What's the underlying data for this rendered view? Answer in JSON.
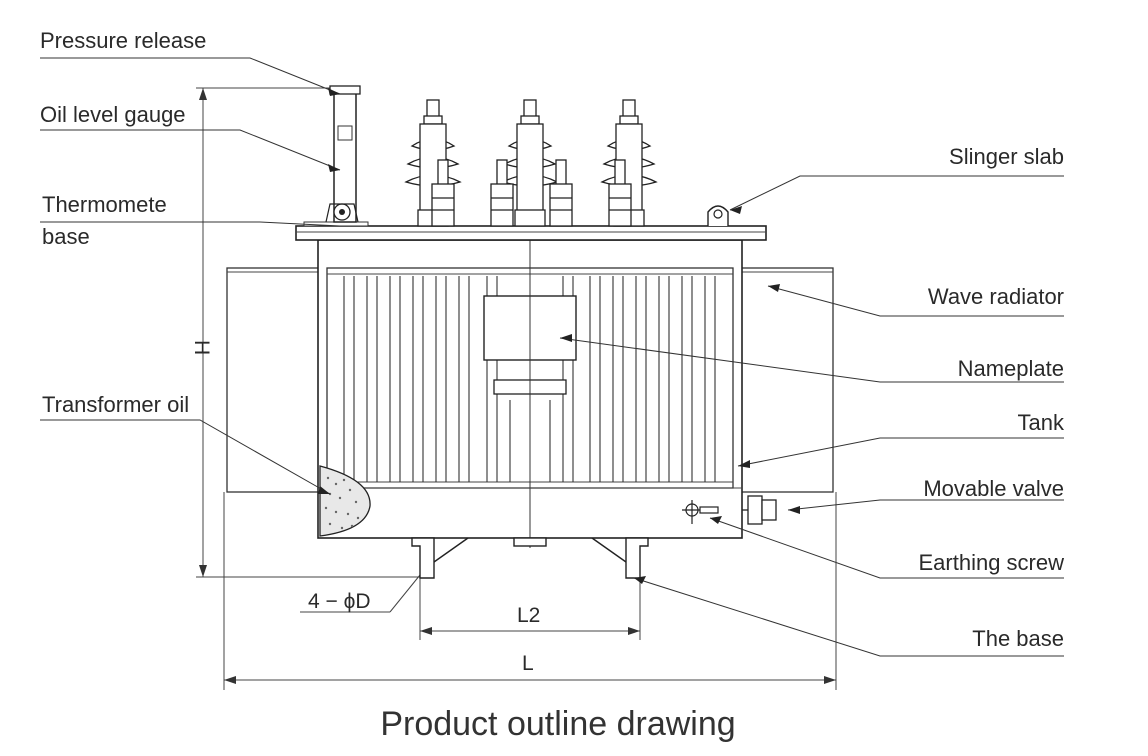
{
  "labels": {
    "pressure_release": "Pressure release",
    "oil_level_gauge": "Oil level gauge",
    "thermometer_line1": "Thermomete",
    "thermometer_line2": "base",
    "transformer_oil": "Transformer oil",
    "slinger_slab": "Slinger slab",
    "wave_radiator": "Wave radiator",
    "nameplate": "Nameplate",
    "tank": "Tank",
    "movable_valve": "Movable valve",
    "earthing_screw": "Earthing screw",
    "the_base": "The base"
  },
  "dimensions": {
    "height": "H",
    "holes": "4 − ϕD",
    "base_length": "L2",
    "overall_length": "L"
  },
  "caption": "Product outline drawing"
}
